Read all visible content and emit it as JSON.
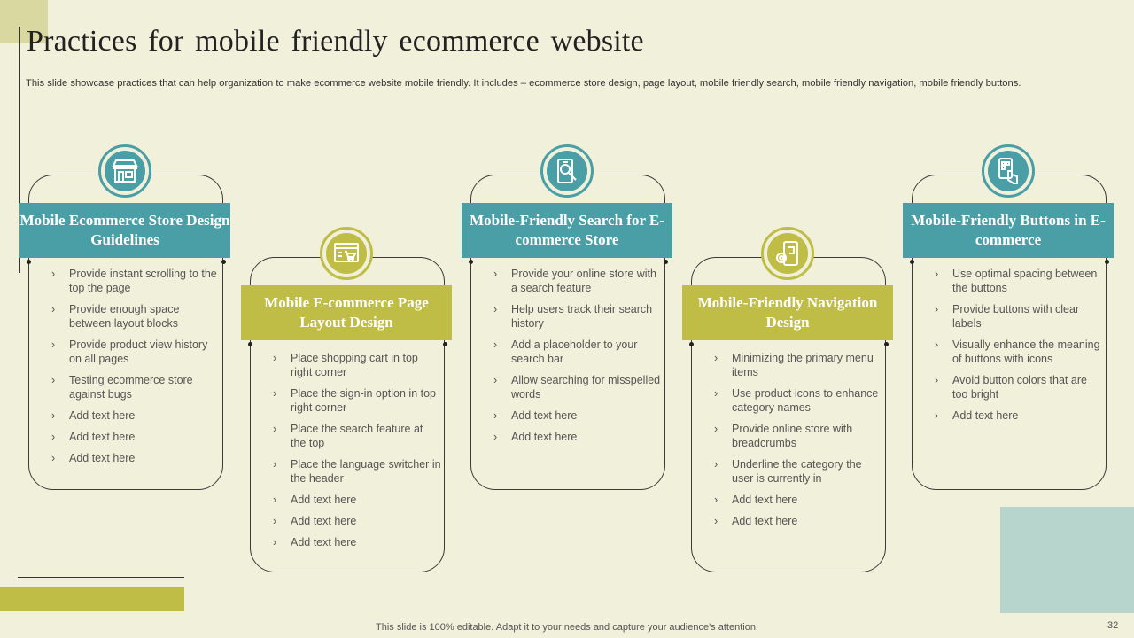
{
  "title": "Practices for mobile friendly ecommerce website",
  "subtitle": "This slide showcase practices that can help organization to make ecommerce website mobile friendly. It includes – ecommerce store design, page layout, mobile friendly search, mobile friendly navigation, mobile friendly buttons.",
  "cards": [
    {
      "heading": "Mobile Ecommerce Store Design Guidelines",
      "icon": "storefront-icon",
      "items": [
        "Provide instant scrolling to the top the page",
        "Provide enough space between layout blocks",
        "Provide product view history on all pages",
        "Testing ecommerce store against bugs",
        "Add text here",
        "Add text here",
        "Add text here"
      ]
    },
    {
      "heading": "Mobile E-commerce Page Layout Design",
      "icon": "web-cart-icon",
      "items": [
        "Place shopping cart in top right corner",
        "Place the sign-in option in top right corner",
        "Place the search feature at the top",
        "Place the language switcher in the header",
        "Add text here",
        "Add text here",
        "Add text here"
      ]
    },
    {
      "heading": "Mobile-Friendly Search for E-commerce Store",
      "icon": "mobile-search-icon",
      "items": [
        "Provide your online store with a search feature",
        "Help users track their search history",
        "Add a placeholder to your search bar",
        "Allow searching for misspelled words",
        "Add text here",
        "Add text here"
      ]
    },
    {
      "heading": "Mobile-Friendly Navigation Design",
      "icon": "mobile-navigation-icon",
      "items": [
        "Minimizing the primary menu items",
        "Use product icons to enhance category names",
        "Provide online store with breadcrumbs",
        "Underline the category the user is currently in",
        "Add text here",
        "Add text here"
      ]
    },
    {
      "heading": "Mobile-Friendly Buttons in E-commerce",
      "icon": "touch-phone-icon",
      "items": [
        "Use optimal spacing between the buttons",
        "Provide buttons with clear labels",
        "Visually enhance the meaning of buttons with icons",
        "Avoid button colors that are too bright",
        "Add text here"
      ]
    }
  ],
  "footer": "This slide is 100% editable. Adapt it to your needs and capture your audience's attention.",
  "page_number": "32",
  "colors": {
    "teal": "#4a9fa6",
    "olive": "#bfbd45",
    "background": "#f1f0da",
    "accent_light": "#b7d5cc"
  }
}
